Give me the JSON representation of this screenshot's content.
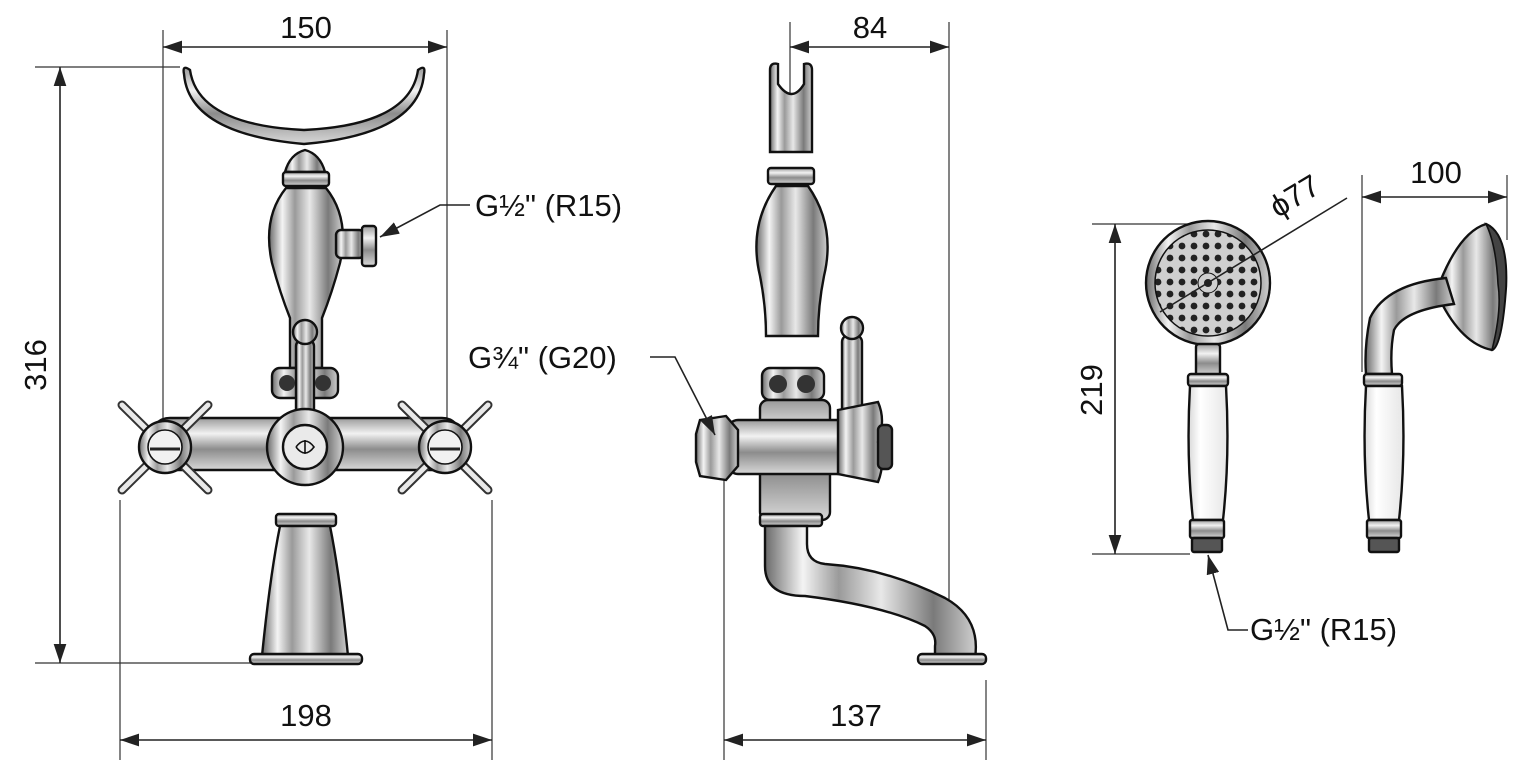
{
  "dimensions": {
    "front_top_width": "150",
    "front_height": "316",
    "front_base_width": "198",
    "side_top_width": "84",
    "side_base_width": "137",
    "handshower_diameter": "ϕ77",
    "handshower_height": "219",
    "handshower_side_width": "100"
  },
  "callouts": {
    "front_outlet": "G½\" (R15)",
    "side_inlet": "G¾\" (G20)",
    "handshower_connection": "G½\" (R15)"
  }
}
